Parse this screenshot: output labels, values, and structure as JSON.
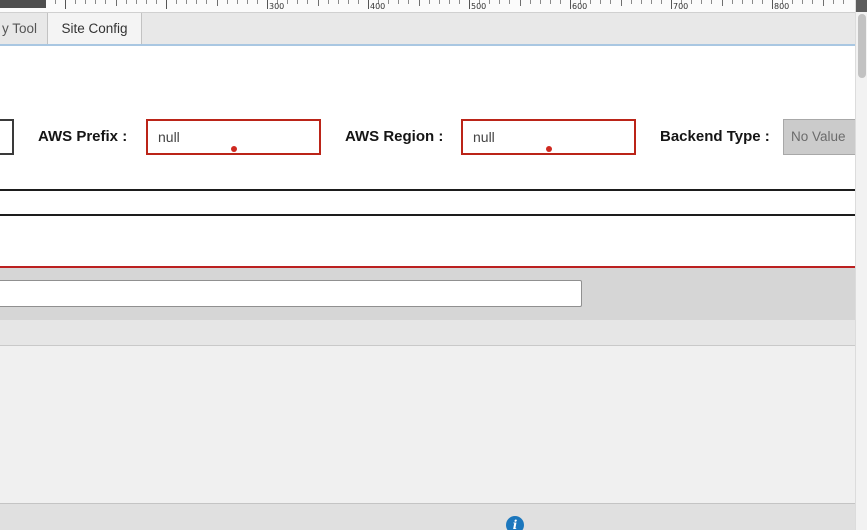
{
  "ruler": {
    "unit_labels": [
      "300",
      "400",
      "500",
      "600",
      "700",
      "800"
    ]
  },
  "tabs": {
    "items": [
      {
        "label": "y Tool"
      },
      {
        "label": "Site Config"
      }
    ]
  },
  "site_config": {
    "aws_prefix": {
      "label": "AWS Prefix :",
      "value": "null"
    },
    "aws_region": {
      "label": "AWS Region :",
      "value": "null"
    },
    "backend_type": {
      "label": "Backend Type :",
      "value": "No Value"
    }
  },
  "toolbar": {
    "input_value": ""
  },
  "footer": {
    "info_icon_glyph": "i"
  },
  "colors": {
    "error_border": "#bb2418",
    "error_dot": "#cf2920",
    "red_divider": "#bb2020",
    "tab_underline": "#a9c7e2",
    "info_blue": "#1c77bd",
    "disabled_field_bg": "#cbcbcb"
  }
}
